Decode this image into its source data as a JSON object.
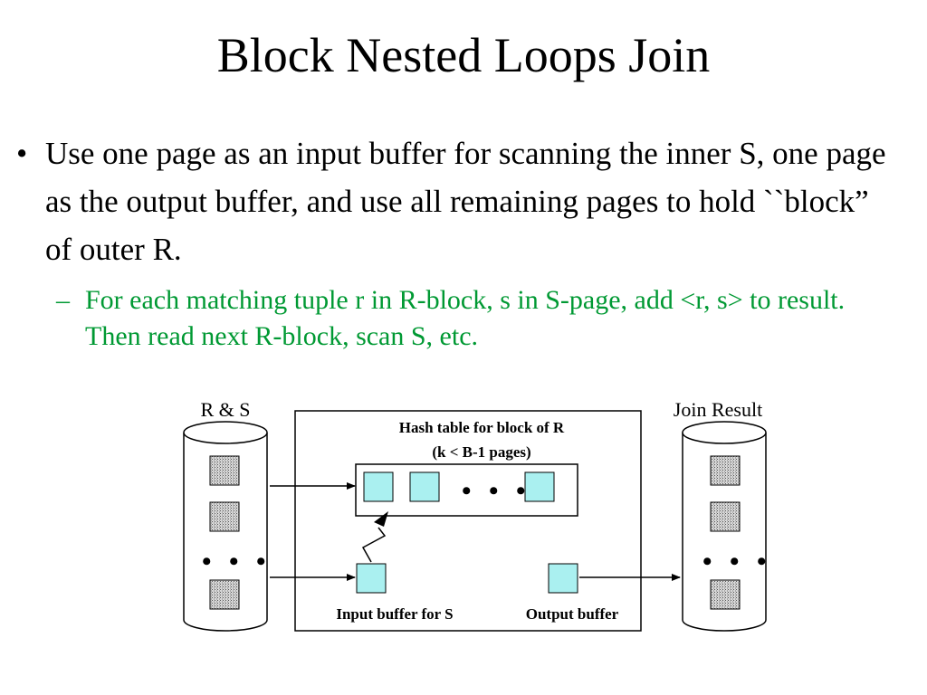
{
  "slide": {
    "title": "Block Nested Loops Join",
    "bullet": {
      "marker": "•",
      "text": "Use one page as an input buffer for scanning the inner S, one page as the output buffer, and use all remaining pages to hold ``block” of outer R."
    },
    "subbullet": {
      "marker": "–",
      "text": "For each matching tuple r in R-block, s in S-page, add <r, s> to result.  Then read next R-block, scan S, etc."
    }
  },
  "diagram": {
    "left_disk_label": "R & S",
    "right_disk_label": "Join Result",
    "hash_table_label_line1": "Hash table for block of R",
    "hash_table_label_line2": "(k < B-1 pages)",
    "input_buffer_label": "Input buffer for S",
    "output_buffer_label": "Output buffer",
    "ellipsis": "• • •",
    "colors": {
      "buffer_fill": "#aaf0f0",
      "page_fill": "#c8c8c8",
      "subbullet_text": "#009933"
    }
  }
}
